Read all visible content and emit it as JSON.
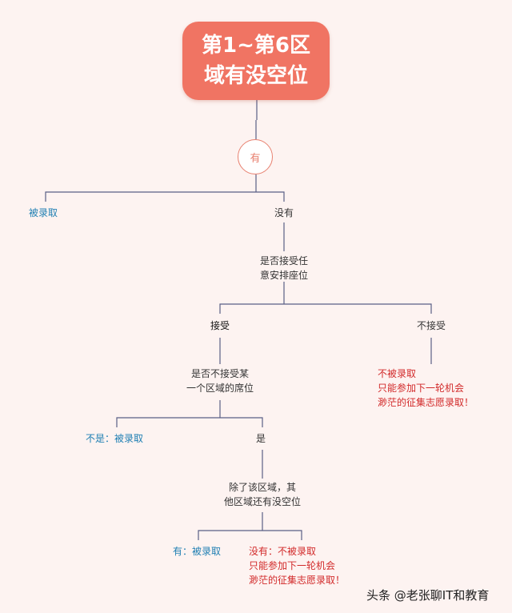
{
  "root": {
    "line1": "第1~第6区",
    "line2": "域有没空位"
  },
  "branch_yes": "有",
  "node_accepted_left": "被录取",
  "node_no": "没有",
  "q_accept_any": {
    "line1": "是否接受任",
    "line2": "意安排座位"
  },
  "node_accept": "接受",
  "node_not_accept": "不接受",
  "not_accept_result": {
    "line1": "不被录取",
    "line2": "只能参加下一轮机会",
    "line3": "渺茫的征集志愿录取！"
  },
  "q_accept_area": {
    "line1": "是否不接受某",
    "line2": "一个区域的席位"
  },
  "node_no_accepted": "不是：被录取",
  "node_yes": "是",
  "q_other_area": {
    "line1": "除了该区域，其",
    "line2": "他区域还有没空位"
  },
  "node_have_accepted": "有：被录取",
  "final_result": {
    "line1": "没有：不被录取",
    "line2": "只能参加下一轮机会",
    "line3": "渺茫的征集志愿录取！"
  },
  "watermark": "头条 @老张聊IT和教育"
}
